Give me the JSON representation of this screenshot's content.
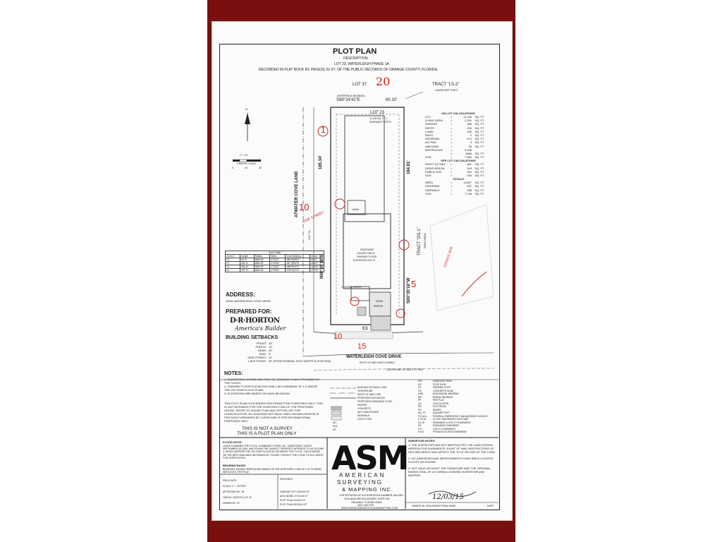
{
  "header": {
    "title": "PLOT PLAN",
    "desc_label": "DESCRIPTION:",
    "lot_line": "LOT 23, WATERLEIGH PHASE 1A",
    "recorded": "RECORDED IN PLAT BOOK 83, PAGE(S) 51-57, OF THE PUBLIC RECORDS OF ORANGE COUNTY, FLORIDA."
  },
  "plan": {
    "lot37": "LOT 37",
    "hand20": "20",
    "tract_ls2": "TRACT \"LS-2\"",
    "landscape": "LANDSCAPE TRACT",
    "ref_bearing": "(REFERENCE BEARING)",
    "bearing_top": "S89°24'42\"E",
    "dist_top": "60.10'",
    "lot23": "LOT 23",
    "lot23_sub": "11,146 SQ. FT. ±",
    "lot23_sub2": "DRAINAGE TYPE B",
    "dim_185": "185.34'",
    "dim_184": "184.91'",
    "street_left": "ATWATER COVE LANE",
    "lot24": "LOT 24",
    "bearing_left": "N00°35'18\"E",
    "bearing_right": "S00°35'18\"W",
    "tract_os1": "TRACT \"OS-1\"",
    "open_space": "OPEN SPACE",
    "proposed": "PROPOSED",
    "house_model": "CALDER 2262 B",
    "house_ffe": "FINISHED FLOOR",
    "house_elev": "ELEVATION=110.70'",
    "lanai": "LANAI",
    "covered_entry": "COVERED ENTRY",
    "drive": "DRIVE",
    "pavers": "PAVERS",
    "c1": "C1",
    "street_bottom": "WATERLEIGH COVE DRIVE",
    "row_width": "RIGHT OF WAY WIDTH VARIES",
    "centerline": "CENTERLINE OF RIGHT OF WAY",
    "hand_1": "1",
    "hand_10a": "10",
    "hand_side": "SIDE STREET",
    "hand_10b": "10",
    "hand_15": "15",
    "hand_5": "5",
    "hand_spr": "12/23/15 SFR",
    "graphic_scale": "GRAPHIC SCALE",
    "scale_note": "1\" = 30'",
    "scale_0": "0",
    "scale_15": "15",
    "scale_30": "30",
    "north": "N"
  },
  "curve_table": {
    "title": "Curve Table",
    "headers": [
      "Curve #",
      "Length",
      "Radius",
      "Delta",
      "Chord Bearing",
      "Chord"
    ],
    "rows": [
      [
        "C1",
        "60.11'",
        "6660.00'",
        "0°31'02\"",
        "N89°48'08\"E",
        "60.11'"
      ],
      [
        "C2",
        "435.11'",
        "6660.00'",
        "3°44'36\"",
        "S87°48'52\"E",
        "435.07'"
      ],
      [
        "C3",
        "156.42'",
        "6660.00'",
        "1°20'45\"",
        "N88°59'42\"E",
        "156.39'"
      ],
      [
        "C4",
        "278.74'",
        "6660.00'",
        "2°23'51\"",
        "S78°34'21\"E",
        "277.90'"
      ]
    ]
  },
  "address": {
    "label": "ADDRESS:",
    "value": "15531 WATERLEIGH COVE DRIVE"
  },
  "prepared": {
    "label": "PREPARED FOR:",
    "brand": "D·R·HORTON",
    "tagline": "America's Builder"
  },
  "setbacks": {
    "title": "BUILDING SETBACKS",
    "items": [
      {
        "k": "FRONT:",
        "v": "15'"
      },
      {
        "k": "PORCH:",
        "v": "10'"
      },
      {
        "k": "REAR:",
        "v": "20'"
      },
      {
        "k": "SIDE:",
        "v": "5'"
      },
      {
        "k": "SIDE STREET:",
        "v": "10'"
      },
      {
        "k": "LAKE FRONT:",
        "v": "50' (FROM NORMAL HIGH WATER ELEVATION)"
      }
    ]
  },
  "notes": {
    "title": "NOTES:",
    "items": [
      "1.  ELEVATIONS SHOWN ARE FOR LOT GRADING PLANS PROVIDED BY THE CLIENT.",
      "2.  FINISHED FLOOR ELEVATION SHALL BE A MINIMUM OF 1.0' ABOVE THE 100 YEAR FLOOD PLAIN.",
      "3.  ELEVATIONS ARE BASED ON NAVD 88 DATUM."
    ],
    "purpose": "THIS PLOT PLAN IS INTENDED FOR PERMITTING PURPOSES ONLY. THIS IS NOT INTENDED FOR THE CONSTRUCTION OF THE PROPOSED HOUSE. REFER TO HOUSE PLAN AND OPTION LIST FOR CONSTRUCTION. ALL BUILDING SET BACK LINES SHOWN HEREON IS PER DATA FURNISHED BY CLIENT AND IS FOR INFORMATIONAL PURPOSES ONLY.",
    "not_survey": "THIS IS NOT A SURVEY",
    "plot_only": "THIS IS A PLOT PLAN ONLY"
  },
  "legend": {
    "left": [
      "BUILDING SETBACK LINE",
      "CENTERLINE",
      "RIGHT OF WAY LINE",
      "PROPOSED ELEVATION",
      "PROPOSED DRAINAGE FLOW",
      "PAVERS",
      "CONCRETE",
      "AIR CONDITIONER",
      "SIDEWALK",
      "UTILITY PAD"
    ],
    "left_abbr": [
      "A/C",
      "S/W",
      "UP"
    ],
    "right_abbr": [
      "H/C",
      "SS",
      "PS",
      "CS",
      "(NR)",
      "RB",
      "PP",
      "(C)",
      "PB",
      "PG",
      "SQ. FT.",
      "F.E.M.A.",
      "F.I.R.M.",
      "D.U.E.",
      "DE",
      "U.E.",
      "P.A.E."
    ],
    "right": [
      "HANDICAP SIGN",
      "STOP SIGN",
      "PARKING STOP",
      "CONCRETE SLAB",
      "NON-RADIAL BEARING",
      "RADIAL BEARING",
      "PER PLAT",
      "CALCULATED",
      "PLAT BOOK",
      "PAGES",
      "SQUARE FEET",
      "FEDERAL EMERGENCY MANAGEMENT AGENCY",
      "FLOOD INSURANCE RATE MAP",
      "DRAINAGE & UTILITY EASEMENT",
      "DRAINAGE EASEMENT",
      "UTILITY EASEMENT",
      "PRIVATE ACCESS EASEMENT"
    ]
  },
  "calc": {
    "on_title": "ON LOT CALCULATIONS",
    "on": [
      [
        "LOT",
        "=",
        "11,146",
        "SQ. FT."
      ],
      [
        "LIVING AREA",
        "=",
        "2,291",
        "SQ. FT."
      ],
      [
        "GARAGE",
        "=",
        "486",
        "SQ. FT."
      ],
      [
        "ENTRY",
        "=",
        "200",
        "SQ. FT."
      ],
      [
        "LANAI",
        "=",
        "160",
        "SQ. FT."
      ],
      [
        "PATIO",
        "=",
        "0",
        "SQ. FT."
      ],
      [
        "DRIVEWAY",
        "=",
        "474",
        "SQ. FT."
      ],
      [
        "A/C PAD",
        "=",
        "9",
        "SQ. FT."
      ],
      [
        "WALKWAY",
        "=",
        "36",
        "SQ. FT."
      ],
      [
        "IMPERVIOUS",
        "=",
        "3,336",
        ""
      ],
      [
        "",
        "=",
        "3666",
        "SQ. FT."
      ],
      [
        "SOD",
        "=",
        "7,480",
        "SQ. FT."
      ]
    ],
    "off_title": "OFF LOT CALCULATIONS",
    "off": [
      [
        "RIGHT OF WAY",
        "=",
        "661",
        "SQ. FT."
      ],
      [
        "DRIVE APRON",
        "=",
        "163",
        "SQ. FT."
      ],
      [
        "PUBLIC S/W",
        "=",
        "252",
        "SQ. FT."
      ],
      [
        "SOD",
        "=",
        "246",
        "SQ. FT."
      ]
    ],
    "tot_title": "TOTALS",
    "tot": [
      [
        "AREA",
        "=",
        "11,807",
        "SQ. FT."
      ],
      [
        "DRIVEWAY",
        "=",
        "637",
        "SQ. FT."
      ],
      [
        "SIDEWALK",
        "=",
        "288",
        "SQ. FT."
      ],
      [
        "SOD",
        "=",
        "7,726",
        "SQ. FT."
      ]
    ]
  },
  "flood": {
    "title": "FLOOD NOTE:",
    "text": "I HAVE EXAMINED THE F.I.R.M. COMMUNITY PANEL NO. 12095C0365 F, DATED SEPTEMBER 25, 2009, AND FOUND THE SUBJECT PROPERTY APPEARS TO LIE IN ZONE X, WHICH DEFINES THE 100 YEAR FLOOD AS SHOWN BY THE F.I.R.M. THIS IS BASED ON THE BEST AVAILABLE INFORMATION. PLEASE CONTACT THE LOCAL F.E.M.A. AGENT FOR VERIFICATION.",
    "bearing_title": "BEARING BASIS:",
    "bearing_text": "BEARINGS SHOWN HEREON ARE BASED ON THE NORTHERLY LINE OF LOT 23 BEING S89°24'42\"E, PER PLAT."
  },
  "titleblock": {
    "field_date": "FIELD DATE:",
    "scale_k": "SCALE:",
    "scale_v": "1\" = 30 FEET",
    "approved_k": "APPROVED BY:",
    "approved_v": "JB",
    "job_k": "JOB NO:",
    "job_v": "N001701 LOT 23",
    "drawn_k": "DRAWN BY:",
    "drawn_v": "CF",
    "revised": "REVISED:",
    "rev1": "GARAGE FLIP 12/02/15 CF",
    "rev2": "ADD MODEL 07/21/15 CF",
    "rev3": "PLOT PLAN 11/4/14 CF",
    "rev4": "PLOT PLAN 09/15/14 CF"
  },
  "company": {
    "logo": "ASM",
    "line1": "AMERICAN",
    "line2": "SURVEYING",
    "line3": "& MAPPING INC.",
    "cert": "CERTIFICATION OF AUTHORIZATION NUMBER LB# 6393",
    "addr1": "3191 MAGUIRE BOULEVARD, SUITE 200",
    "addr2": "ORLANDO, FLORIDA 32803",
    "phone": "(407) 426-7979",
    "web": "WWW.AMERICANSURVEYINGANDMAPPING.COM"
  },
  "surveyor": {
    "title": "SURVEYOR NOTES:",
    "items": [
      "1.  THE SURVEYOR HAS NOT ABSTRACTED THE LAND SHOWN HEREON FOR EASEMENTS, RIGHT OF WAY, RESTRICTIONS OF RECORD WHICH MAY AFFECT THE TITLE OR USE OF THE LAND.",
      "2.  NO UNDERGROUND IMPROVEMENTS HAVE BEEN LOCATED EXCEPT AS SHOWN.",
      "3.  NOT VALID WITHOUT THE SIGNATURE AND THE ORIGINAL RAISED SEAL OF A FLORIDA LICENSED SURVEYOR AND MAPPER."
    ],
    "signed_date": "12/03/15",
    "name": "JAMES W. BOLEMAN PSM# 6485",
    "date_label": "DATE"
  },
  "colors": {
    "frame": "#7a0f0f",
    "ink": "#1a1a1a",
    "handwriting": "#c62222",
    "stamp": "#3a8f6a"
  }
}
